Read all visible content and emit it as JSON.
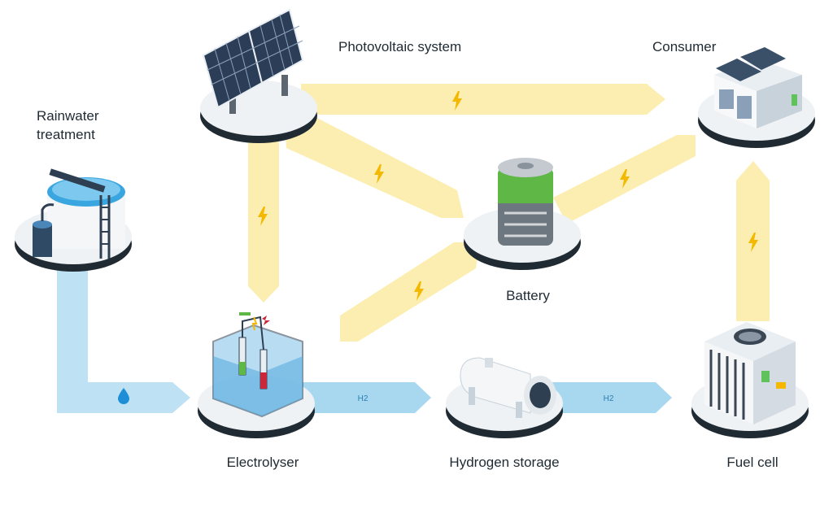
{
  "nodes": {
    "rainwater": {
      "label_line1": "Rainwater",
      "label_line2": "treatment",
      "icon": "water-tank-icon"
    },
    "photovoltaic": {
      "label": "Photovoltaic system",
      "icon": "solar-panel-icon"
    },
    "consumer": {
      "label": "Consumer",
      "icon": "building-icon"
    },
    "battery": {
      "label": "Battery",
      "icon": "battery-icon"
    },
    "electrolyser": {
      "label": "Electrolyser",
      "icon": "electrolyser-icon"
    },
    "hydrogen_storage": {
      "label": "Hydrogen storage",
      "icon": "gas-tank-icon"
    },
    "fuel_cell": {
      "label": "Fuel cell",
      "icon": "fuel-cell-icon"
    }
  },
  "flows": {
    "h2_electrolyser_to_storage": "H2",
    "h2_storage_to_fuelcell": "H2",
    "water_icon": "water-drop-icon",
    "electric_icon": "lightning-icon"
  },
  "colors": {
    "electric_arrow": "#fbeeb0",
    "water_arrow": "#bfe1f4",
    "h2_arrow": "#a8d8f0",
    "bolt": "#f5b800",
    "drop": "#1e8fd6",
    "platform": "#e9eef1",
    "text": "#1f2a33"
  }
}
